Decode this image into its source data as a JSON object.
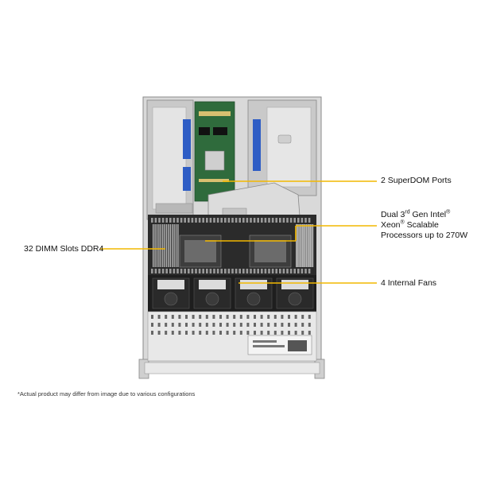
{
  "colors": {
    "callout_line": "#f2b800",
    "chassis_light": "#e6e6e6",
    "chassis_dark": "#3a3a3a",
    "pcb_green": "#2f6b3c",
    "riser_blue": "#2e5dc5",
    "fan_dark": "#222222"
  },
  "callouts": {
    "superdom": "2 SuperDOM Ports",
    "dimm": "32 DIMM Slots DDR4",
    "cpu_line1_pre": "Dual 3",
    "cpu_line1_sup": "rd",
    "cpu_line1_mid": " Gen Intel",
    "cpu_line1_reg": "®",
    "cpu_line2_pre": "Xeon",
    "cpu_line2_reg": "®",
    "cpu_line2_post": " Scalable",
    "cpu_line3": "Processors up to 270W",
    "fans": "4 Internal Fans"
  },
  "footnote": "*Actual product may differ from image due to various configurations"
}
